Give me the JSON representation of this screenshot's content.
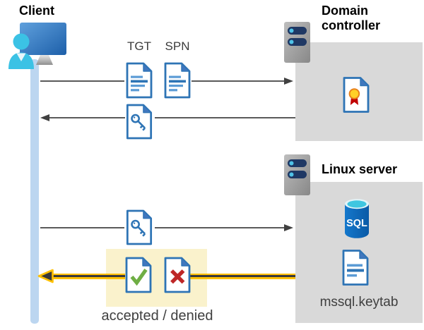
{
  "client": {
    "label": "Client"
  },
  "domain_controller": {
    "label": "Domain controller"
  },
  "linux_server": {
    "label": "Linux server",
    "sql_label": "SQL",
    "keytab_label": "mssql.keytab"
  },
  "messages": {
    "tgt_label": "TGT",
    "spn_label": "SPN",
    "result_label": "accepted / denied"
  },
  "colors": {
    "lifeline_blue": "#BCD6F0",
    "box_gray": "#D9D9D9",
    "highlight_yellow": "#FAF2CC",
    "arrow_gray": "#5A5A5A",
    "arrow_yellow": "#FFC000",
    "document_blue": "#2E74B5",
    "document_fold_blue": "#4177BE",
    "check_green": "#6FAE44",
    "cross_red": "#BE2727",
    "cert_seal_yellow": "#FFD028",
    "cert_ribbon_red": "#C00000",
    "sql_body_blue": "#0F6BBE",
    "sql_top_cyan": "#3FC6E0",
    "server_pill_navy": "#1F3864",
    "server_dot_cyan": "#4FC3E8",
    "person_cyan": "#3BC2E5",
    "monitor_blue": "#2F74C0"
  }
}
